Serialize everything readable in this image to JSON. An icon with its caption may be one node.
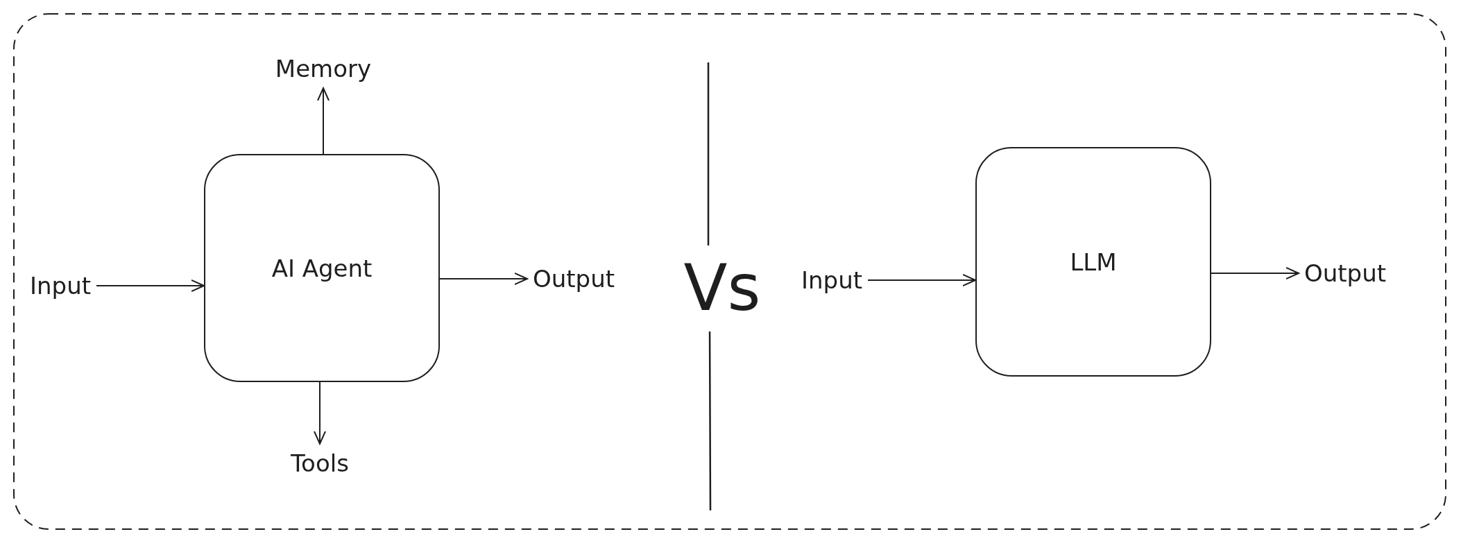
{
  "diagram": {
    "nodes": [
      {
        "text": [
          "AI Agent"
        ]
      },
      {
        "text": [
          "Memory"
        ]
      },
      {
        "text": [
          "Tools"
        ]
      },
      {
        "text": [
          "Input"
        ]
      },
      {
        "text": [
          "Output"
        ]
      },
      {
        "text": [
          "LLM"
        ]
      },
      {
        "text": [
          "Input"
        ]
      },
      {
        "text": [
          "Output"
        ]
      }
    ],
    "edges": [
      {
        "from": 3,
        "to": 0,
        "arrow": "to"
      },
      {
        "from": 0,
        "to": 4,
        "arrow": "to"
      },
      {
        "from": 0,
        "to": 1,
        "arrow": "to"
      },
      {
        "from": 0,
        "to": 2,
        "arrow": "to"
      },
      {
        "from": 6,
        "to": 5,
        "arrow": "to"
      },
      {
        "from": 5,
        "to": 7,
        "arrow": "to"
      }
    ],
    "labels": [
      "Vs"
    ]
  }
}
